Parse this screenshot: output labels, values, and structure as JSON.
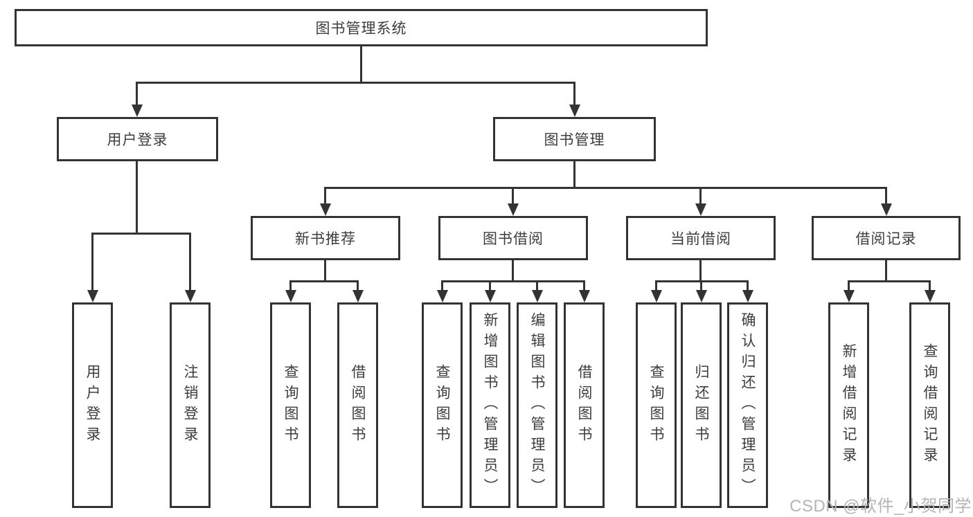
{
  "diagram": {
    "root": {
      "label": "图书管理系统"
    },
    "level2": [
      {
        "label": "用户登录"
      },
      {
        "label": "图书管理"
      }
    ],
    "level3": [
      {
        "label": "新书推荐"
      },
      {
        "label": "图书借阅"
      },
      {
        "label": "当前借阅"
      },
      {
        "label": "借阅记录"
      }
    ],
    "leaves": {
      "login": [
        "用户登录",
        "注销登录"
      ],
      "new_books": [
        "查询图书",
        "借阅图书"
      ],
      "book_borrow": [
        "查询图书",
        "新增图书（管理员）",
        "编辑图书（管理员）",
        "借阅图书"
      ],
      "current_borrow": [
        "查询图书",
        "归还图书",
        "确认归还（管理员）"
      ],
      "borrow_records": [
        "新增借阅记录",
        "查询借阅记录"
      ]
    },
    "watermark": "CSDN @软件_小贺同学",
    "colors": {
      "line": "#333333",
      "text": "#3d3d3d",
      "watermark": "#b4b4b4",
      "background": "#ffffff"
    }
  }
}
